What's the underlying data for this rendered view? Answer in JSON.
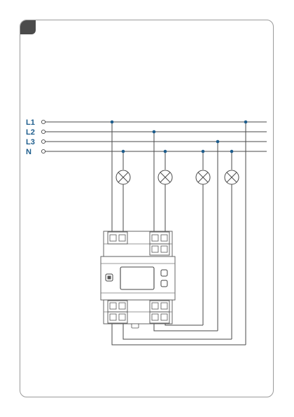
{
  "page": {
    "corner_tab_color": "#4b4b4b",
    "frame_color": "#9a9a9a"
  },
  "diagram": {
    "line_labels": {
      "l1": "L1",
      "l2": "L2",
      "l3": "L3",
      "n": "N"
    },
    "label_color": "#1c5c8c",
    "junction_color": "#1c5c8c",
    "wire_color": "#4a4a4a",
    "lamp_count": 4,
    "icons": [
      "lamp-icon",
      "terminal-block-icon",
      "display-icon",
      "push-button-icon"
    ]
  }
}
